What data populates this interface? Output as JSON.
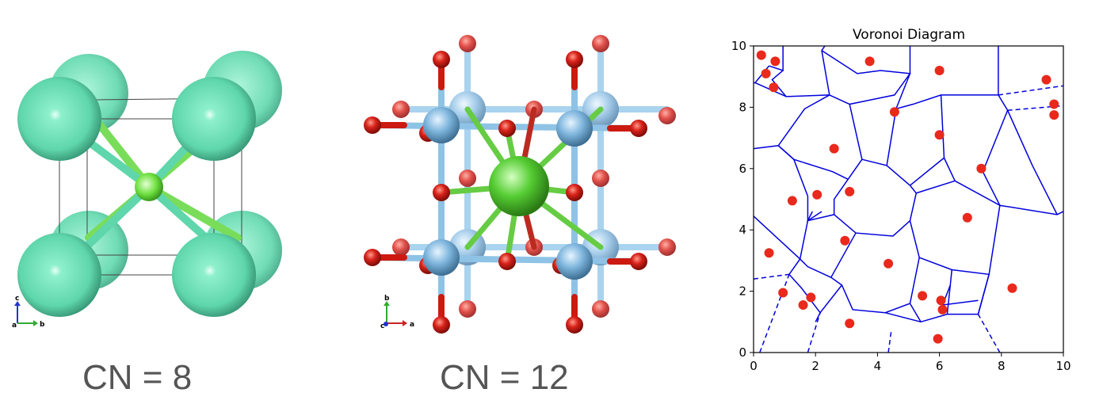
{
  "panel1": {
    "caption": "CN = 8",
    "axes": {
      "c": "c",
      "a": "a",
      "b": "b"
    },
    "colors": {
      "outer_atom": "#5fd6ab",
      "center_atom": "#6fe040",
      "bond": "#66dd55"
    }
  },
  "panel2": {
    "caption": "CN = 12",
    "axes": {
      "b": "b",
      "c": "c",
      "a": "a"
    },
    "colors": {
      "oxygen": "#cc1a10",
      "b_site": "#7fb6dd",
      "a_site": "#55cc33"
    }
  },
  "voronoi": {
    "title": "Voronoi Diagram",
    "xticks": [
      "0",
      "2",
      "4",
      "6",
      "8",
      "10"
    ],
    "yticks": [
      "0",
      "2",
      "4",
      "6",
      "8",
      "10"
    ],
    "line_color": "#0000dd",
    "point_color": "#e8291c"
  },
  "chart_data": {
    "type": "scatter",
    "title": "Voronoi Diagram",
    "xlim": [
      0,
      10
    ],
    "ylim": [
      0,
      10
    ],
    "grid": false,
    "points": [
      [
        0.25,
        9.7
      ],
      [
        0.7,
        9.5
      ],
      [
        0.4,
        9.1
      ],
      [
        0.65,
        8.65
      ],
      [
        3.75,
        9.5
      ],
      [
        6.0,
        9.2
      ],
      [
        9.45,
        8.9
      ],
      [
        9.7,
        8.1
      ],
      [
        9.7,
        7.75
      ],
      [
        4.55,
        7.85
      ],
      [
        6.0,
        7.1
      ],
      [
        2.6,
        6.65
      ],
      [
        7.35,
        6.0
      ],
      [
        3.1,
        5.25
      ],
      [
        2.05,
        5.15
      ],
      [
        1.25,
        4.95
      ],
      [
        6.9,
        4.4
      ],
      [
        2.95,
        3.65
      ],
      [
        0.5,
        3.25
      ],
      [
        4.35,
        2.9
      ],
      [
        0.95,
        1.95
      ],
      [
        1.85,
        1.8
      ],
      [
        1.6,
        1.55
      ],
      [
        5.45,
        1.85
      ],
      [
        6.05,
        1.7
      ],
      [
        6.1,
        1.4
      ],
      [
        8.35,
        2.1
      ],
      [
        3.1,
        0.95
      ],
      [
        5.95,
        0.45
      ]
    ]
  }
}
